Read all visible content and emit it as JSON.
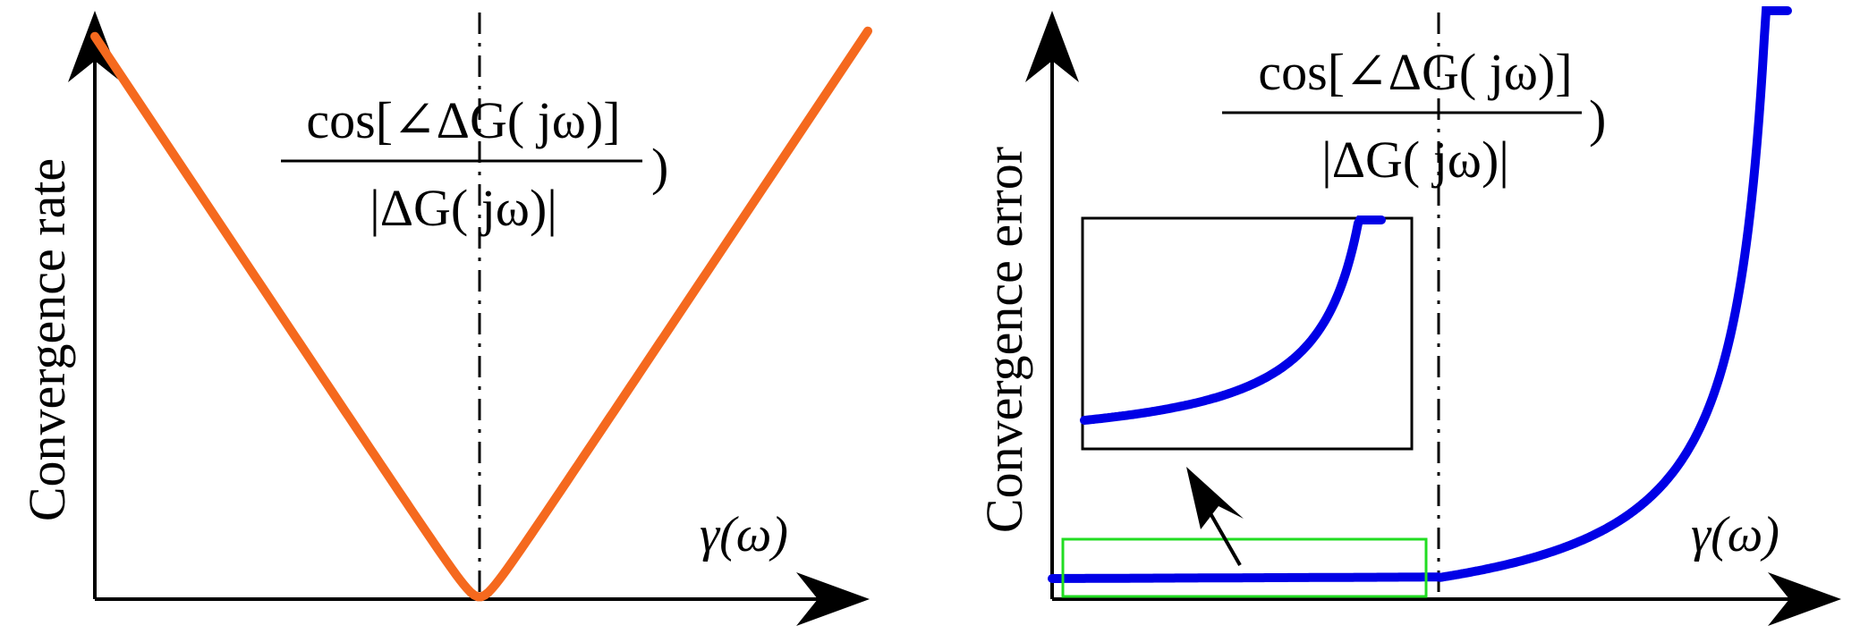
{
  "left_panel": {
    "y_label": "Convergence rate",
    "x_label": "γ(ω)",
    "annotation": {
      "numerator": "cos[∠ΔG( jω)]",
      "denominator": "|ΔG( jω)|",
      "close_paren": ")"
    },
    "curve_color": "#f5691e"
  },
  "right_panel": {
    "y_label": "Convergence error",
    "x_label": "γ(ω)",
    "annotation": {
      "numerator": "cos[∠ΔG( jω)]",
      "denominator": "|ΔG( jω)|",
      "close_paren": ")"
    },
    "curve_color": "#0000e6",
    "highlight_color": "#22dd22"
  }
}
